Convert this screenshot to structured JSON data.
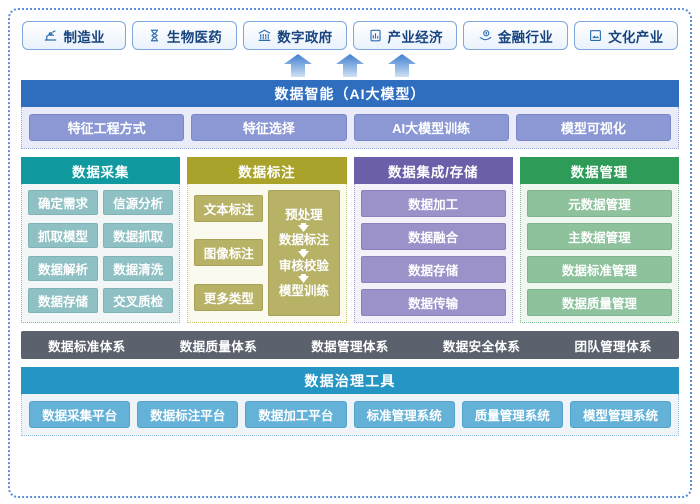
{
  "industries": [
    {
      "label": "制造业",
      "icon": "robot-arm-icon"
    },
    {
      "label": "生物医药",
      "icon": "dna-icon"
    },
    {
      "label": "数字政府",
      "icon": "government-building-icon"
    },
    {
      "label": "产业经济",
      "icon": "clipboard-chart-icon"
    },
    {
      "label": "金融行业",
      "icon": "coin-hand-icon"
    },
    {
      "label": "文化产业",
      "icon": "picture-frame-icon"
    }
  ],
  "arrows": {
    "count": 3,
    "direction": "up",
    "color": "#5b91d6"
  },
  "intelligence": {
    "title": "数据智能（AI大模型）",
    "header_color": "#2f6dbf",
    "item_color": "#8b98d4",
    "items": [
      "特征工程方式",
      "特征选择",
      "AI大模型训练",
      "模型可视化"
    ]
  },
  "columns": [
    {
      "title": "数据采集",
      "layout": "grid2",
      "header_color": "#109a9f",
      "item_color": "#8fc0c3",
      "items": [
        "确定需求",
        "信源分析",
        "抓取模型",
        "数据抓取",
        "数据解析",
        "数据清洗",
        "数据存储",
        "交叉质检"
      ]
    },
    {
      "title": "数据标注",
      "layout": "split-flow",
      "header_color": "#a9a32c",
      "item_color": "#b8b267",
      "items": [
        "文本标注",
        "图像标注",
        "更多类型"
      ],
      "flow": [
        "预处理",
        "数据标注",
        "审核校验",
        "模型训练"
      ]
    },
    {
      "title": "数据集成/存储",
      "layout": "stack",
      "header_color": "#6a5fa8",
      "item_color": "#9a92c9",
      "items": [
        "数据加工",
        "数据融合",
        "数据存储",
        "数据传输"
      ]
    },
    {
      "title": "数据管理",
      "layout": "stack",
      "header_color": "#2e9c58",
      "item_color": "#8dc29d",
      "items": [
        "元数据管理",
        "主数据管理",
        "数据标准管理",
        "数据质量管理"
      ]
    }
  ],
  "systems_bar": {
    "background_color": "#5b626d",
    "items": [
      "数据标准体系",
      "数据质量体系",
      "数据管理体系",
      "数据安全体系",
      "团队管理体系"
    ]
  },
  "tools": {
    "title": "数据治理工具",
    "header_color": "#2595c4",
    "item_color": "#64b2d8",
    "items": [
      "数据采集平台",
      "数据标注平台",
      "数据加工平台",
      "标准管理系统",
      "质量管理系统",
      "模型管理系统"
    ]
  }
}
